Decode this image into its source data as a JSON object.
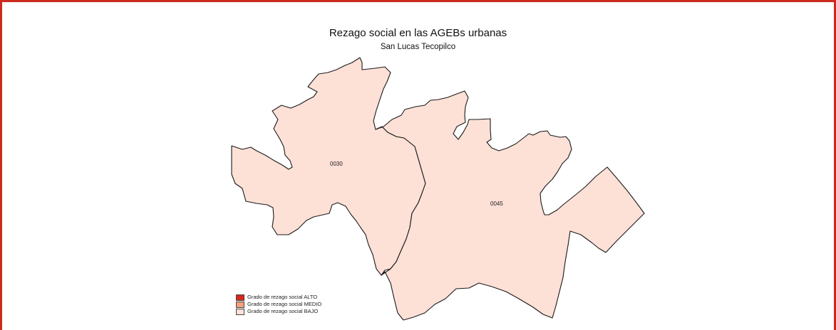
{
  "map": {
    "title": "Rezago social en las AGEBs urbanas",
    "subtitle": "San Lucas Tecopilco",
    "agebs": [
      {
        "id": "0030",
        "grade": "BAJO"
      },
      {
        "id": "0045",
        "grade": "BAJO"
      }
    ],
    "fill_colors": {
      "BAJO": "#fde0d6",
      "MEDIO": "#f6a07c",
      "ALTO": "#d7261e"
    }
  },
  "legend": {
    "items": [
      {
        "label": "Grado de rezago social ALTO",
        "color": "#d7261e"
      },
      {
        "label": "Grado de rezago social MEDIO",
        "color": "#f6a07c"
      },
      {
        "label": "Grado de rezago social BAJO",
        "color": "#fde0d6"
      }
    ]
  },
  "frame": {
    "border_color": "#cc2a1e"
  }
}
